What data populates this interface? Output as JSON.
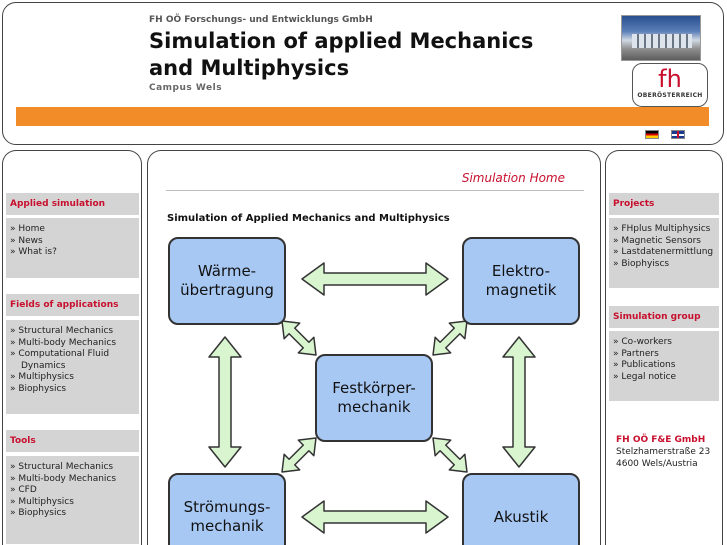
{
  "header": {
    "org": "FH OÖ Forschungs- und Entwicklungs GmbH",
    "title_line1": "Simulation of applied Mechanics",
    "title_line2": "and Multiphysics",
    "campus": "Campus Wels",
    "logo_text": "fh",
    "logo_sub": "OBERÖSTERREICH",
    "accent_color": "#f28c28",
    "brand_color": "#c8102e"
  },
  "left": {
    "sections": [
      {
        "title": "Applied simulation",
        "items": [
          "» Home",
          "» News",
          "» What is?"
        ]
      },
      {
        "title": "Fields of applications",
        "items": [
          "» Structural Mechanics",
          "» Multi-body Mechanics",
          "» Computational Fluid",
          "Dynamics",
          "» Multiphysics",
          "» Biophysics"
        ]
      },
      {
        "title": "Tools",
        "items": [
          "» Structural Mechanics",
          "» Multi-body Mechanics",
          "» CFD",
          "» Multiphysics",
          "» Biophysics"
        ]
      }
    ]
  },
  "center": {
    "home_link": "Simulation Home",
    "content_title": "Simulation of Applied Mechanics and Multiphysics",
    "diagram": {
      "node_fill": "#a8c8f4",
      "arrow_fill": "#d9f5d0",
      "nodes": {
        "waerme": "Wärme-\nübertragung",
        "elektro": "Elektro-\nmagnetik",
        "fest": "Festkörper-\nmechanik",
        "stroem": "Strömungs-\nmechanik",
        "akustik": "Akustik"
      }
    }
  },
  "right": {
    "sections": [
      {
        "title": "Projects",
        "items": [
          "» FHplus Multiphysics",
          "» Magnetic Sensors",
          "» Lastdatenermittlung",
          "» Biophyiscs"
        ]
      },
      {
        "title": "Simulation group",
        "items": [
          "» Co-workers",
          "» Partners",
          "» Publications",
          "» Legal notice"
        ]
      }
    ],
    "contact": {
      "name": "FH OÖ F&E GmbH",
      "street": "Stelzhamerstraße 23",
      "city": "4600 Wels/Austria"
    }
  }
}
